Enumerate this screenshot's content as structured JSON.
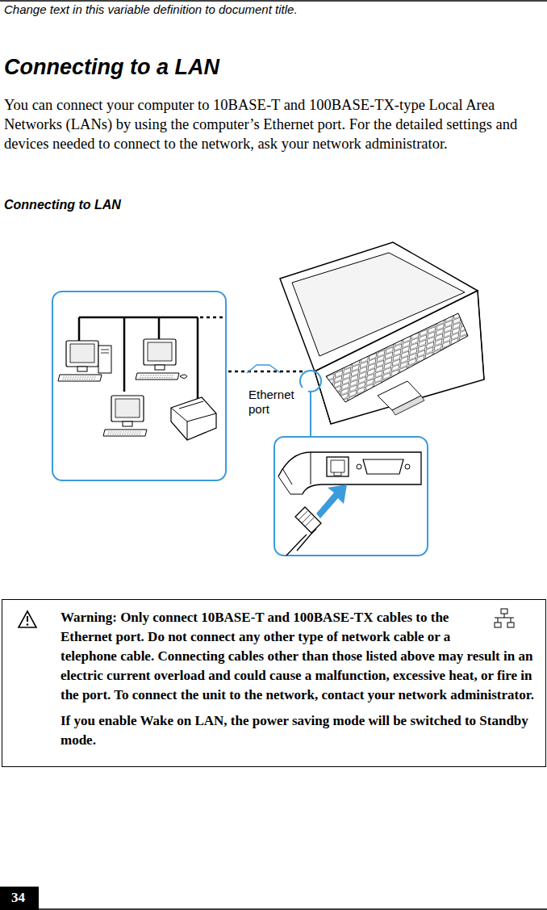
{
  "diagram": {
    "title": "Connecting to a LAN",
    "nodes": [
      {
        "text": [
          "Warning: Only connect 10BASE-T and 100BASE-TX cables to the Ethernet port. Do not connect any other type of network cable or a telephone cable. Connecting cables other than those listed above may result in an electric current overload and could cause a malfunction, excessive heat, or fire in the port. To connect the unit to the network, contact your network administrator.",
          "If you enable Wake on LAN, the power saving mode will be switched to Standby mode."
        ]
      }
    ],
    "labels": [
      "Change text in this variable definition to document title.",
      "You can connect your computer to 10BASE-T and 100BASE-TX-type Local Area Networks (LANs) by using the computer’s Ethernet port. For the detailed settings and devices needed to connect to the network, ask your network administrator.",
      "Connecting to LAN",
      "Ethernet port",
      "34"
    ]
  }
}
